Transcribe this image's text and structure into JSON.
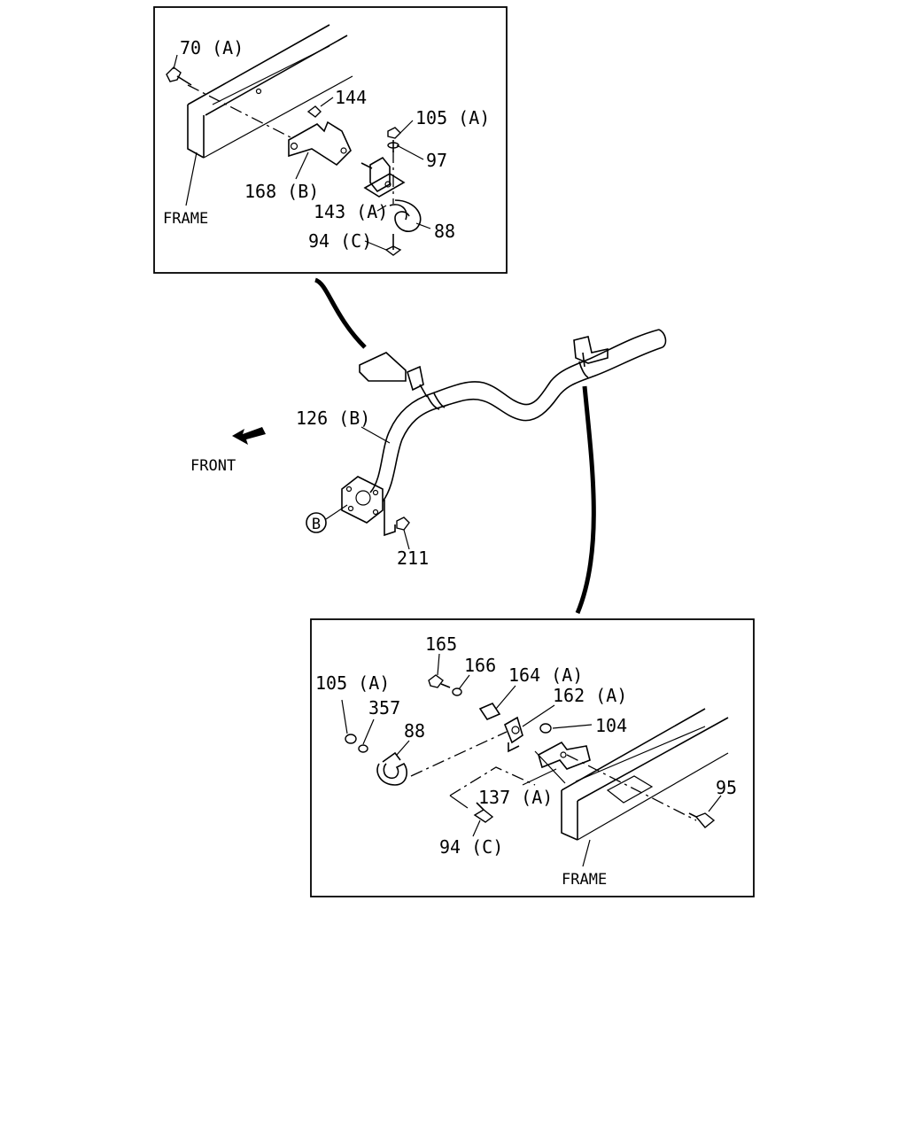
{
  "top_inset": {
    "frame_label": "FRAME",
    "callouts": [
      "70 (A)",
      "144",
      "105 (A)",
      "97",
      "168 (B)",
      "143 (A)",
      "88",
      "94 (C)"
    ]
  },
  "main_view": {
    "front_label": "FRONT",
    "callouts": [
      "126 (B)",
      "B",
      "211"
    ]
  },
  "bottom_inset": {
    "frame_label": "FRAME",
    "callouts": [
      "165",
      "166",
      "164 (A)",
      "162 (A)",
      "105 (A)",
      "357",
      "88",
      "104",
      "137 (A)",
      "95",
      "94 (C)"
    ]
  }
}
